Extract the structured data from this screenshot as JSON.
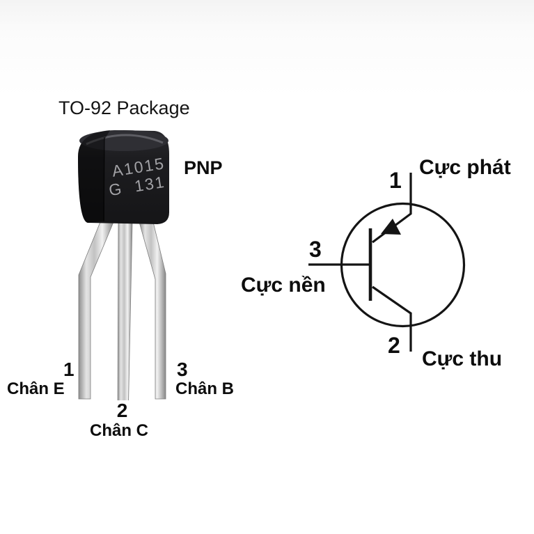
{
  "title": "TO-92 Package",
  "package": {
    "marking_line1": "A1015",
    "marking_line2": "G 131",
    "type": "PNP",
    "pins": [
      {
        "number": "1",
        "label": "Chân E"
      },
      {
        "number": "2",
        "label": "Chân C"
      },
      {
        "number": "3",
        "label": "Chân B"
      }
    ]
  },
  "schematic": {
    "symbol": "PNP transistor",
    "terminals": [
      {
        "number": "1",
        "label": "Cực phát",
        "position": "top"
      },
      {
        "number": "3",
        "label": "Cực nền",
        "position": "left"
      },
      {
        "number": "2",
        "label": "Cực thu",
        "position": "bottom"
      }
    ]
  },
  "colors": {
    "background": "#ffffff",
    "text": "#0d0d0d",
    "schematic_line": "#141414",
    "body_plastic": "#1d1d20",
    "body_marking": "#a2a2a6",
    "lead_metal": "#d9d9d9"
  }
}
